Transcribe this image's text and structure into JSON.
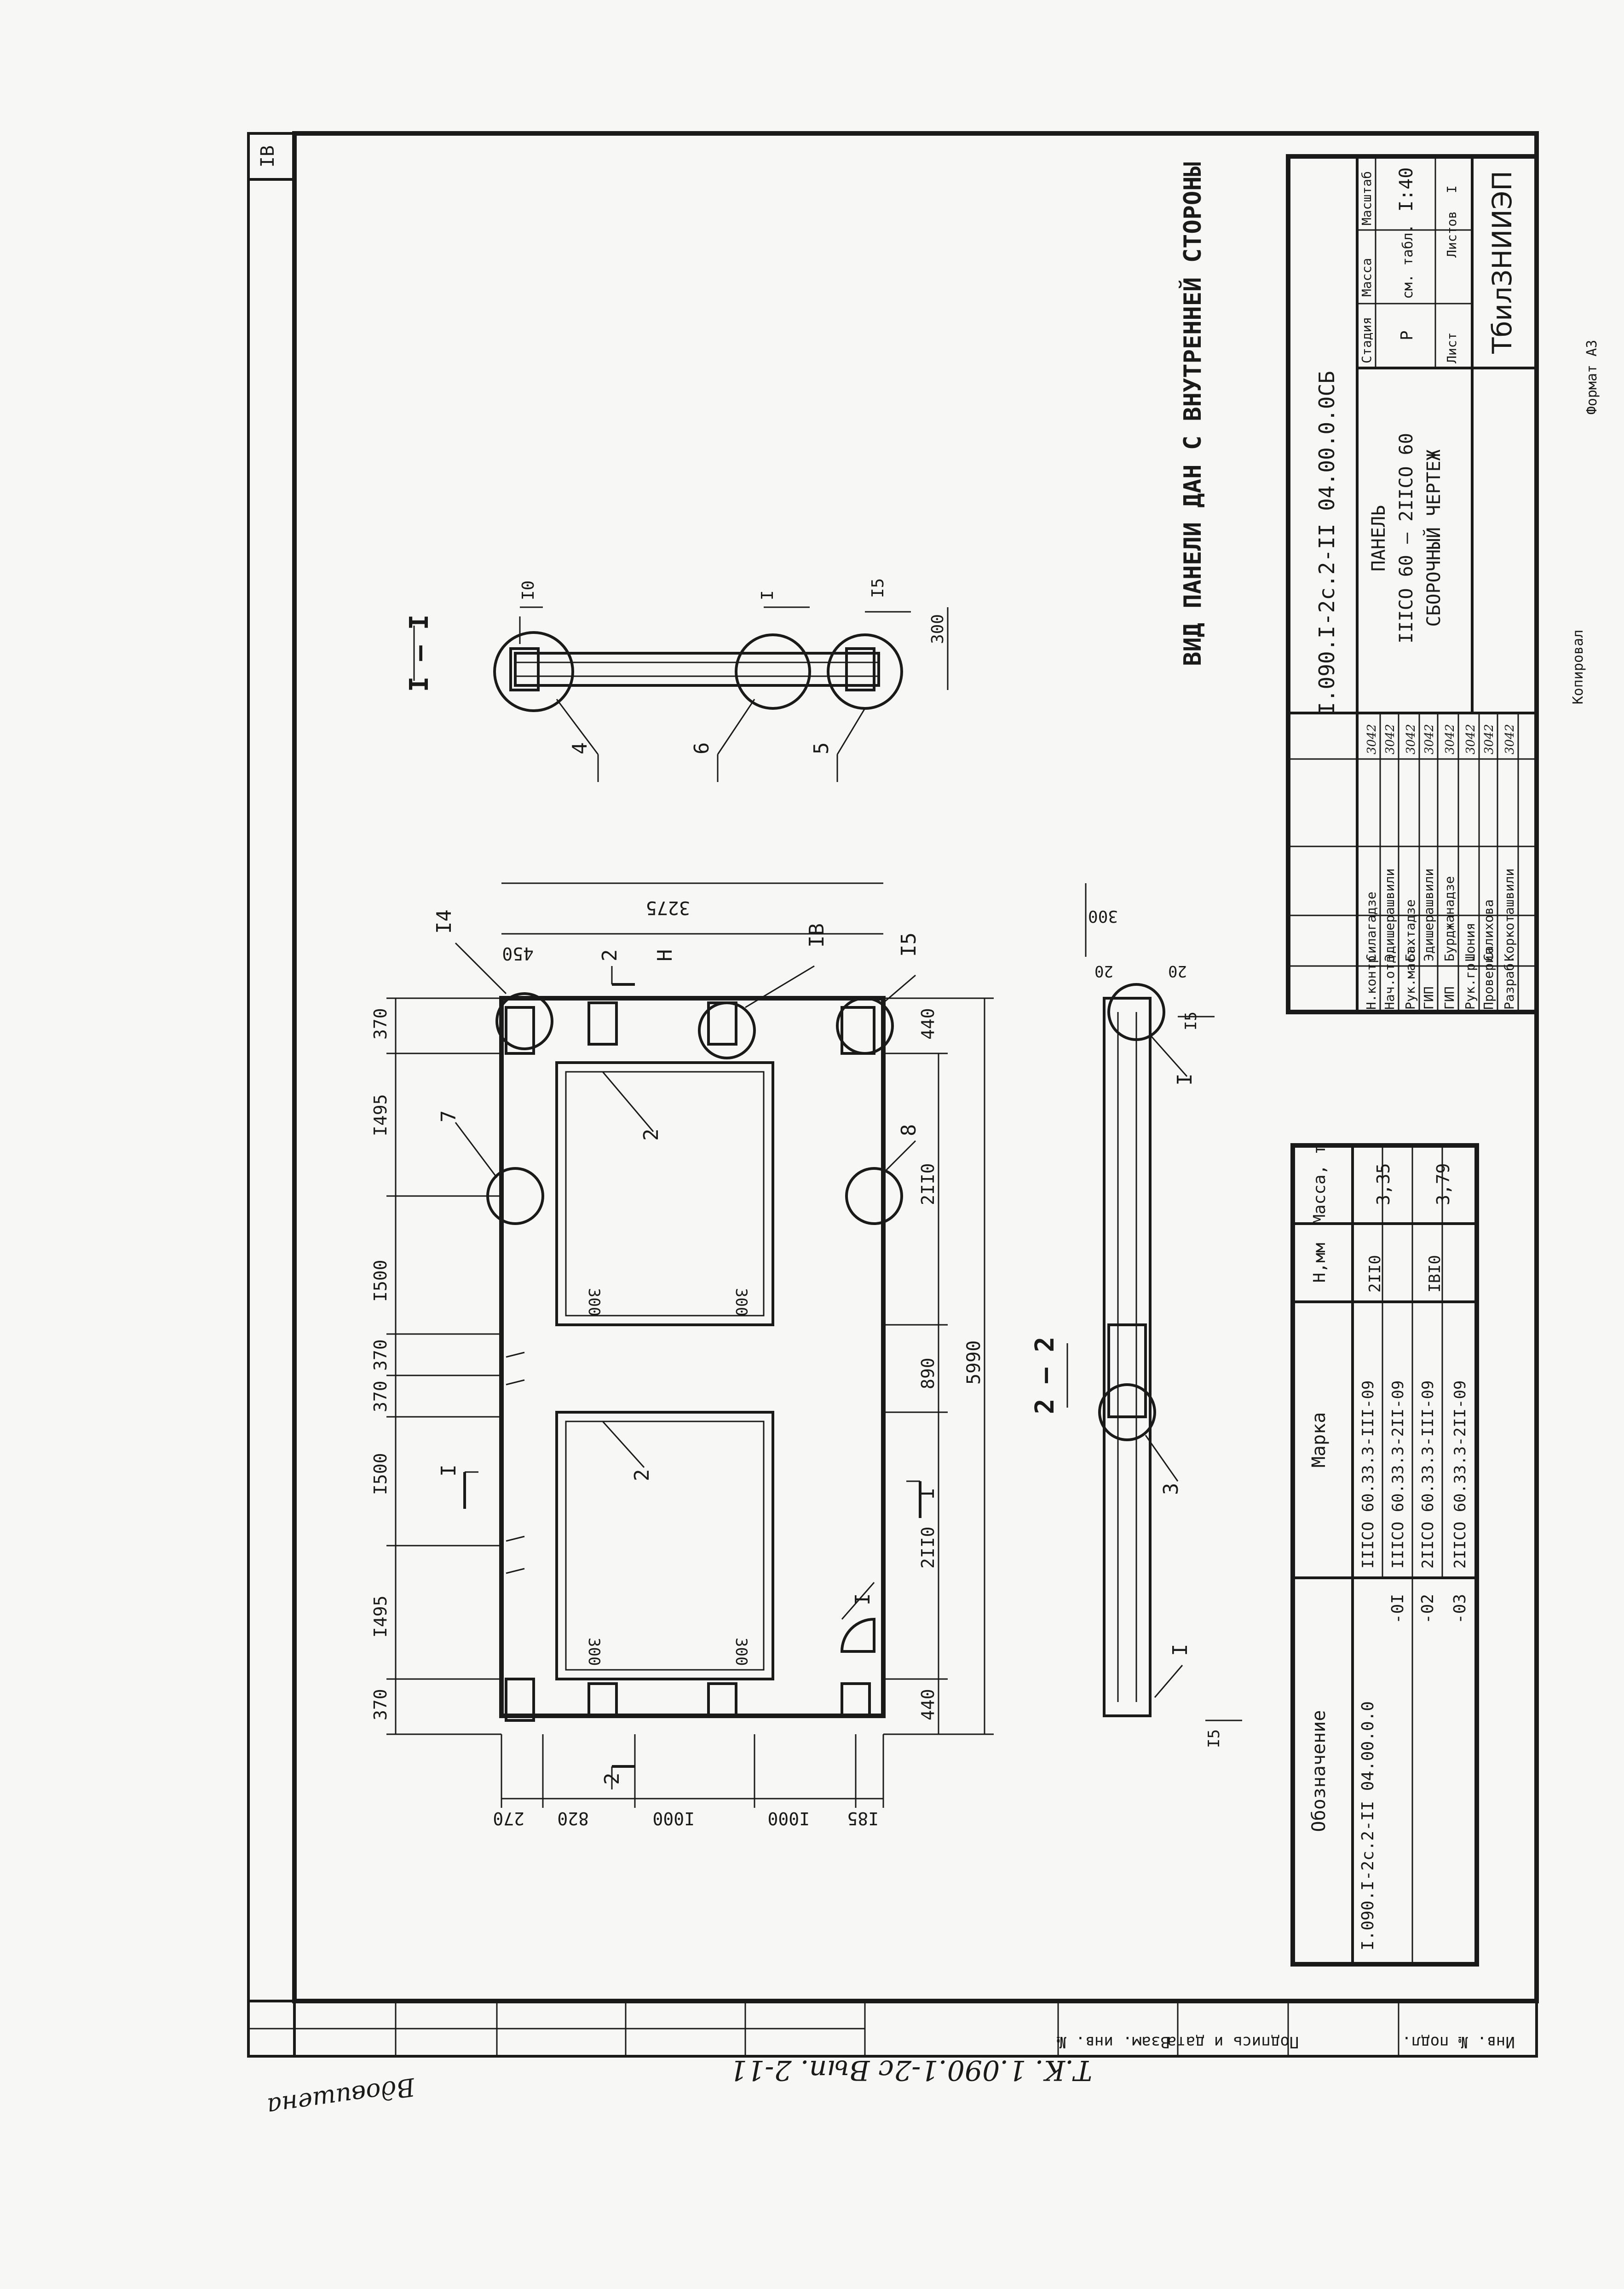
{
  "sheet": {
    "title_view": "ВИД ПАНЕЛИ ДАН С ВНУТРЕННЕЙ СТОРОНЫ",
    "corner_label": "IB",
    "copier_label": "Копировал",
    "format_label": "Формат А3",
    "album_code": "Т.К. 1.090.1-2с Вып. 2-11",
    "signature_scribble": "Вдовишена"
  },
  "sections": {
    "section_1_label": "I – I",
    "section_2_label": "2 – 2",
    "cut_marks": [
      "I",
      "I",
      "2",
      "2"
    ],
    "h_label": "Н"
  },
  "dimensions": {
    "top_chain": [
      "370",
      "I495",
      "I500",
      "370",
      "370",
      "I500",
      "I495",
      "370"
    ],
    "bottom_chain": [
      "440",
      "2II0",
      "890",
      "2II0",
      "440"
    ],
    "overall_length": "5990",
    "left_chain": [
      "270",
      "820",
      "I000",
      "I000",
      "I85"
    ],
    "height_dims": [
      "3275",
      "450"
    ],
    "window_dims": [
      "300",
      "300",
      "300",
      "300"
    ],
    "section_dims": [
      "300",
      "I0",
      "I5",
      "20",
      "20",
      "300",
      "I5",
      "I5"
    ],
    "callouts": [
      "I4",
      "IB",
      "I5",
      "7",
      "8",
      "2",
      "2",
      "I",
      "3",
      "4",
      "5",
      "6",
      "I",
      "I"
    ]
  },
  "marks_table": {
    "headers": [
      "Обозначение",
      "Марка",
      "H,мм",
      "Масса, т"
    ],
    "rows": [
      {
        "designation": "I.090.I-2с.2-II 04.00.0.0",
        "mark": "IIICO 60.33.3-III-09",
        "h": "2II0",
        "mass": "3,35"
      },
      {
        "designation": "-0I",
        "mark": "IIICO 60.33.3-2II-09",
        "h": "",
        "mass": ""
      },
      {
        "designation": "-02",
        "mark": "2IICO 60.33.3-III-09",
        "h": "IBI0",
        "mass": "3,79"
      },
      {
        "designation": "-03",
        "mark": "2IICO 60.33.3-2II-09",
        "h": "",
        "mass": ""
      }
    ]
  },
  "title_block": {
    "code": "I.090.I-2с.2-II 04.00.0.0СБ",
    "product_line1": "ПАНЕЛЬ",
    "product_line2": "IIICO 60 – 2IICO 60",
    "product_line3": "СБОРОЧНЫЙ ЧЕРТЕЖ",
    "stage_header": "Стадия",
    "mass_header": "Масса",
    "scale_header": "Масштаб",
    "stage": "Р",
    "mass": "см. табл.",
    "scale": "I:40",
    "sheet_label": "Лист",
    "sheets_label": "Листов",
    "sheets_value": "I",
    "org": "ТбилЗНИИЭП",
    "staff": [
      {
        "role": "Н.контр.",
        "name": "Силагадзе",
        "date": "3042"
      },
      {
        "role": "Нач.отд.",
        "name": "Эдишерашвили",
        "date": "3042"
      },
      {
        "role": "Рук.маст.",
        "name": "Бахтадзе",
        "date": "3042"
      },
      {
        "role": "ГИП",
        "name": "Эдишерашвили",
        "date": "3042"
      },
      {
        "role": "ГИП",
        "name": "Бурджанадзе",
        "date": "3042"
      },
      {
        "role": "Рук.гр.",
        "name": "Шония",
        "date": "3042"
      },
      {
        "role": "Проверил",
        "name": "Салихова",
        "date": "3042"
      },
      {
        "role": "Разраб.",
        "name": "Коркоташвили",
        "date": "3042"
      }
    ]
  },
  "side_stamp": {
    "cells": [
      "Инв. № подл.",
      "Подпись и дата",
      "Взам. инв. №"
    ]
  }
}
